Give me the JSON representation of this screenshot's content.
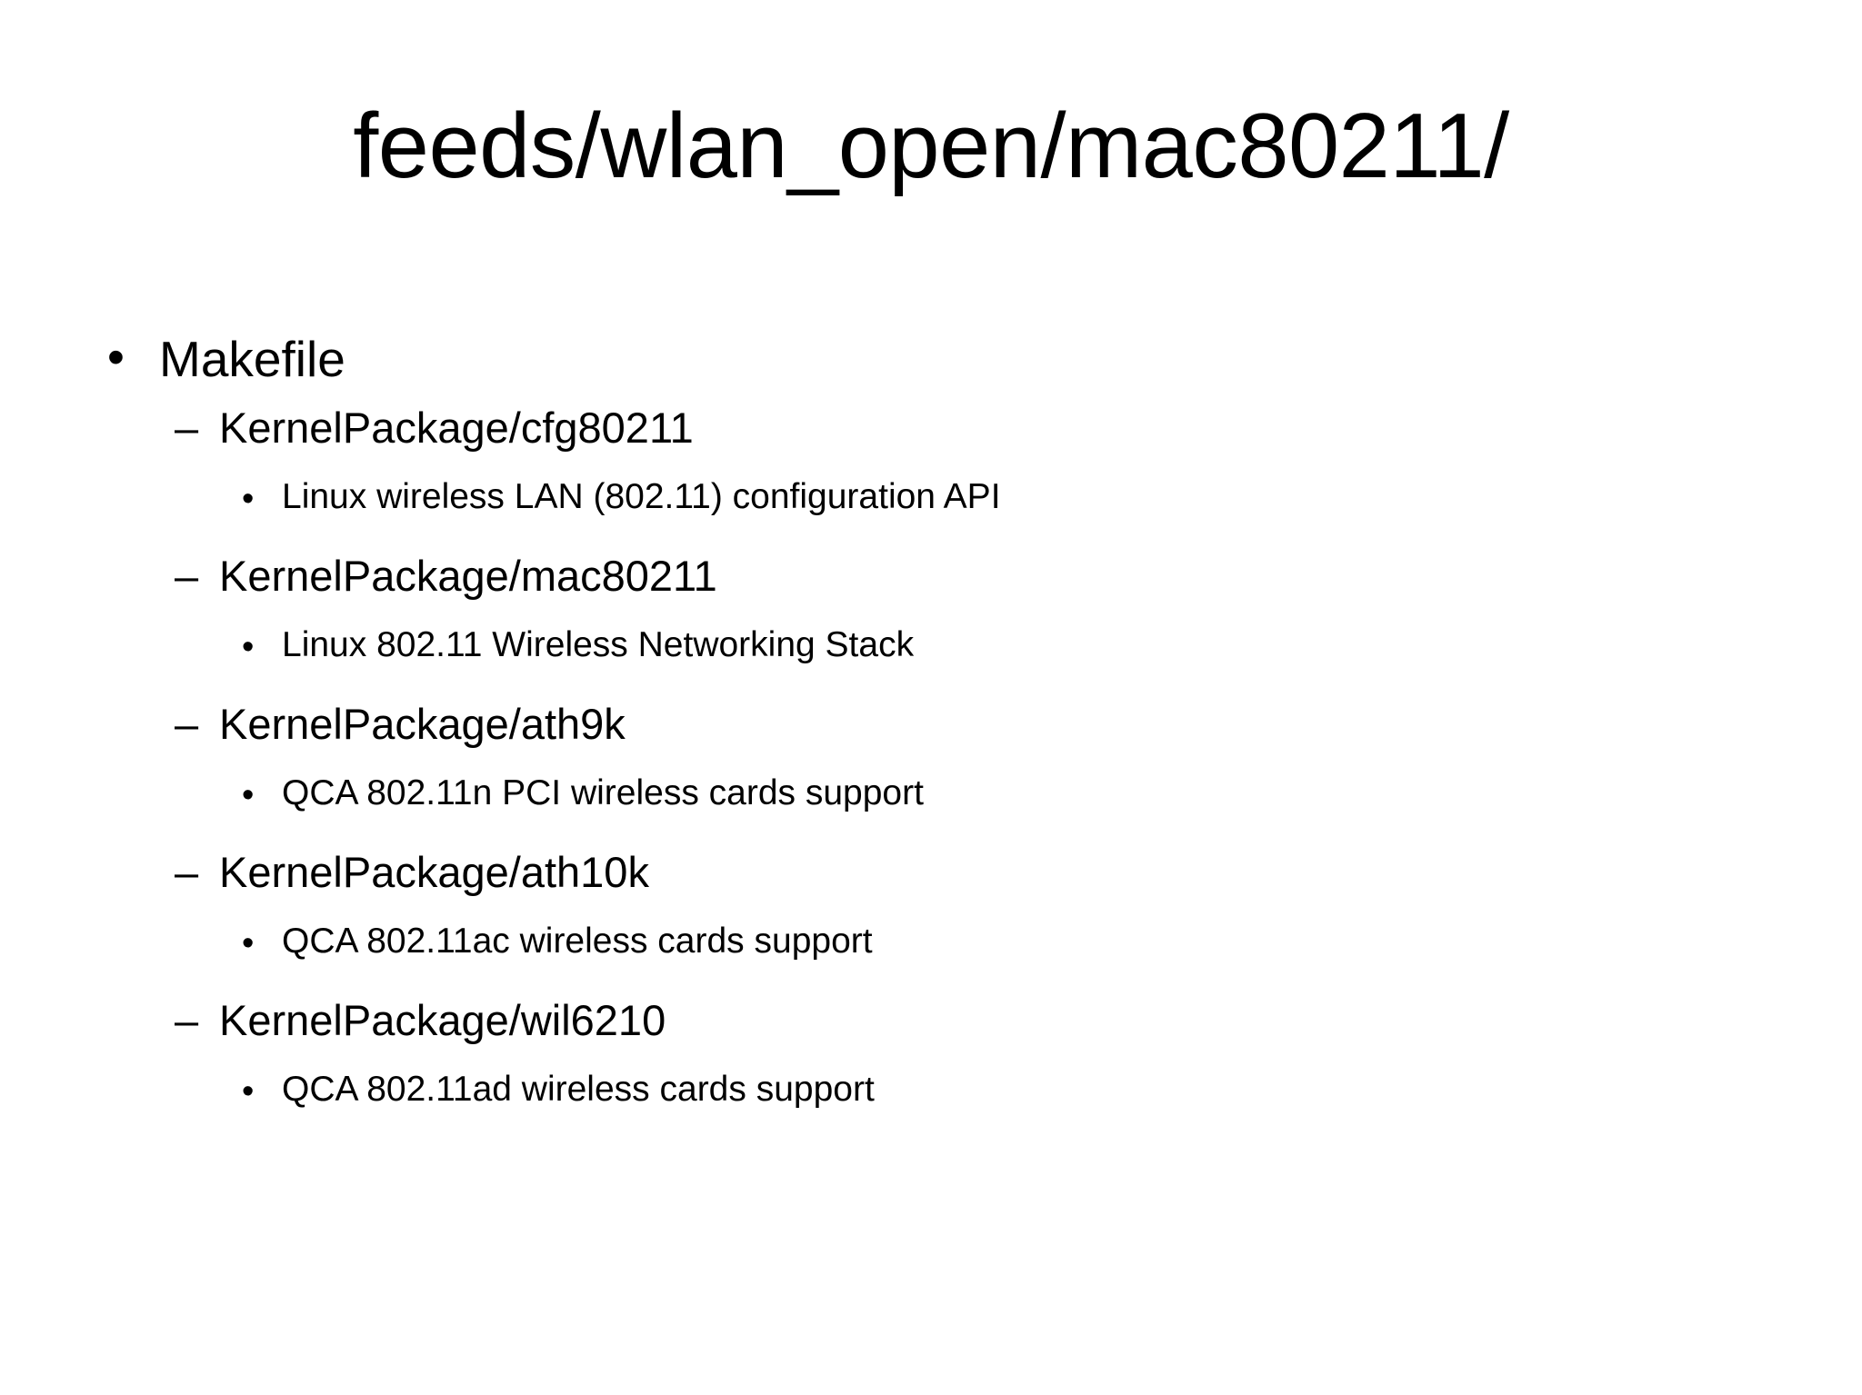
{
  "slide": {
    "title": "feeds/wlan_open/mac80211/",
    "background_color": "#ffffff",
    "text_color": "#000000",
    "markers": {
      "level1": "•",
      "level2": "–",
      "level3": "•"
    },
    "outline": [
      {
        "level": 1,
        "marker": "•",
        "text": "Makefile"
      },
      {
        "level": 2,
        "marker": "–",
        "text": "KernelPackage/cfg80211"
      },
      {
        "level": 3,
        "marker": "•",
        "text": "Linux wireless LAN (802.11) configuration API"
      },
      {
        "level": 2,
        "marker": "–",
        "text": "KernelPackage/mac80211"
      },
      {
        "level": 3,
        "marker": "•",
        "text": "Linux 802.11 Wireless Networking Stack"
      },
      {
        "level": 2,
        "marker": "–",
        "text": "KernelPackage/ath9k"
      },
      {
        "level": 3,
        "marker": "•",
        "text": "QCA 802.11n PCI wireless cards support"
      },
      {
        "level": 2,
        "marker": "–",
        "text": "KernelPackage/ath10k"
      },
      {
        "level": 3,
        "marker": "•",
        "text": "QCA 802.11ac wireless cards support"
      },
      {
        "level": 2,
        "marker": "–",
        "text": "KernelPackage/wil6210"
      },
      {
        "level": 3,
        "marker": "•",
        "text": "QCA 802.11ad wireless cards support"
      }
    ]
  }
}
